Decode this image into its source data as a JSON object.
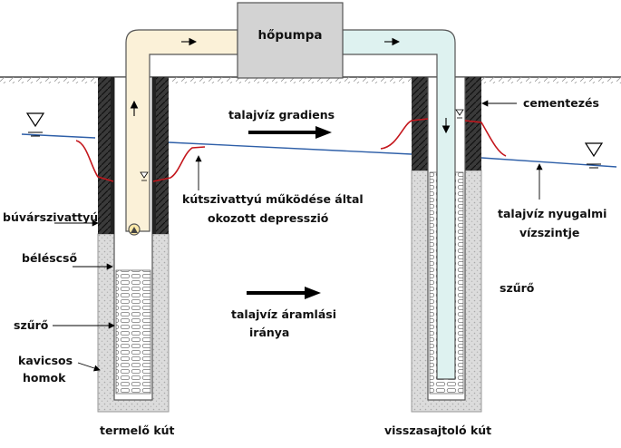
{
  "title_box": "hőpumpa",
  "labels": {
    "gradient": "talajvíz gradiens",
    "depression_line1": "kútszivattyú működése által",
    "depression_line2": "okozott depresszió",
    "submersible_pump": "búvárszivattyú",
    "casing": "béléscső",
    "filter_left": "szűrő",
    "gravel_line1": "kavicsos",
    "gravel_line2": "homok",
    "flow_line1": "talajvíz áramlási",
    "flow_line2": "iránya",
    "cementing": "cementezés",
    "static_level_line1": "talajvíz nyugalmi",
    "static_level_line2": "vízszintje",
    "filter_right": "szűrő",
    "production_well": "termelő kút",
    "injection_well": "visszasajtoló kút"
  },
  "colors": {
    "warm_pipe": "#fbf1d8",
    "cold_pipe": "#def2f0",
    "heat_pump_box": "#d3d3d3",
    "cement": "#3c3c3c",
    "gravel": "#d9d9d9",
    "water_table": "#2e5fa8",
    "depression_curve": "#c4161c"
  }
}
